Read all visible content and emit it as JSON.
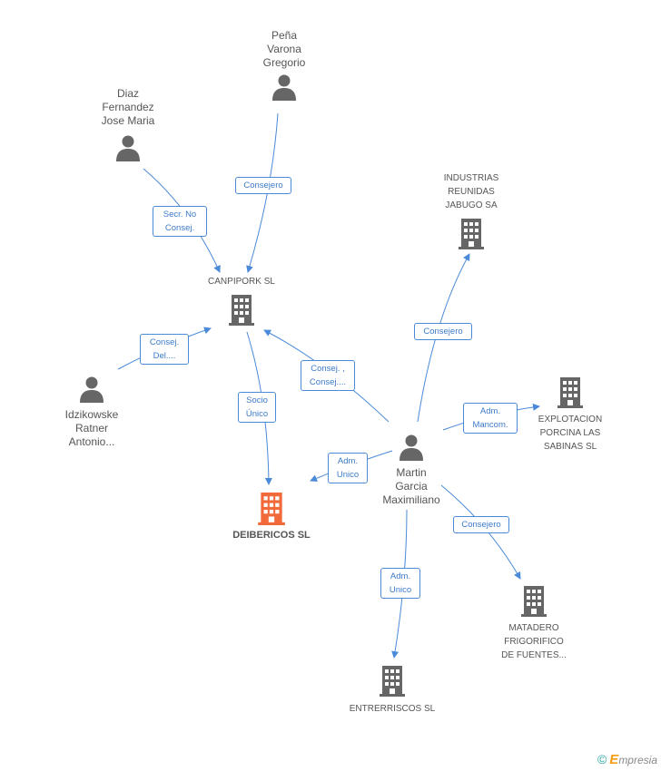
{
  "colors": {
    "edge": "#4a8ad8",
    "edge_label_text": "#3c7bc8",
    "node_icon": "#666666",
    "focus_icon": "#f26a3a"
  },
  "nodes": {
    "pena": {
      "label": "Peña\nVarona\nGregorio",
      "icon": "person-icon"
    },
    "diaz": {
      "label": "Diaz\nFernandez\nJose Maria",
      "icon": "person-icon"
    },
    "idzikowske": {
      "label": "Idzikowske\nRatner\nAntonio...",
      "icon": "person-icon"
    },
    "martin": {
      "label": "Martin\nGarcia\nMaximiliano",
      "icon": "person-icon"
    },
    "canpipork": {
      "label": "CANPIPORK SL",
      "icon": "building-icon"
    },
    "deibericos": {
      "label": "DEIBERICOS SL",
      "icon": "building-icon"
    },
    "industrias": {
      "label": "INDUSTRIAS\nREUNIDAS\nJABUGO SA",
      "icon": "building-icon"
    },
    "explotacion": {
      "label": "EXPLOTACION\nPORCINA LAS\nSABINAS  SL",
      "icon": "building-icon"
    },
    "matadero": {
      "label": "MATADERO\nFRIGORIFICO\nDE FUENTES...",
      "icon": "building-icon"
    },
    "entrerriscos": {
      "label": "ENTRERRISCOS SL",
      "icon": "building-icon"
    }
  },
  "edges": [
    {
      "from": "pena",
      "to": "canpipork",
      "label": "Consejero"
    },
    {
      "from": "diaz",
      "to": "canpipork",
      "label": "Secr.  No\nConsej."
    },
    {
      "from": "idzikowske",
      "to": "canpipork",
      "label": "Consej.\nDel...."
    },
    {
      "from": "martin",
      "to": "canpipork",
      "label": "Consej. ,\nConsej...."
    },
    {
      "from": "canpipork",
      "to": "deibericos",
      "label": "Socio\nÚnico"
    },
    {
      "from": "martin",
      "to": "deibericos",
      "label": "Adm.\nUnico"
    },
    {
      "from": "martin",
      "to": "industrias",
      "label": "Consejero"
    },
    {
      "from": "martin",
      "to": "explotacion",
      "label": "Adm.\nMancom."
    },
    {
      "from": "martin",
      "to": "matadero",
      "label": "Consejero"
    },
    {
      "from": "martin",
      "to": "entrerriscos",
      "label": "Adm.\nUnico"
    }
  ],
  "footer": {
    "copyright": "©",
    "brand_initial": "E",
    "brand_rest": "mpresia"
  }
}
